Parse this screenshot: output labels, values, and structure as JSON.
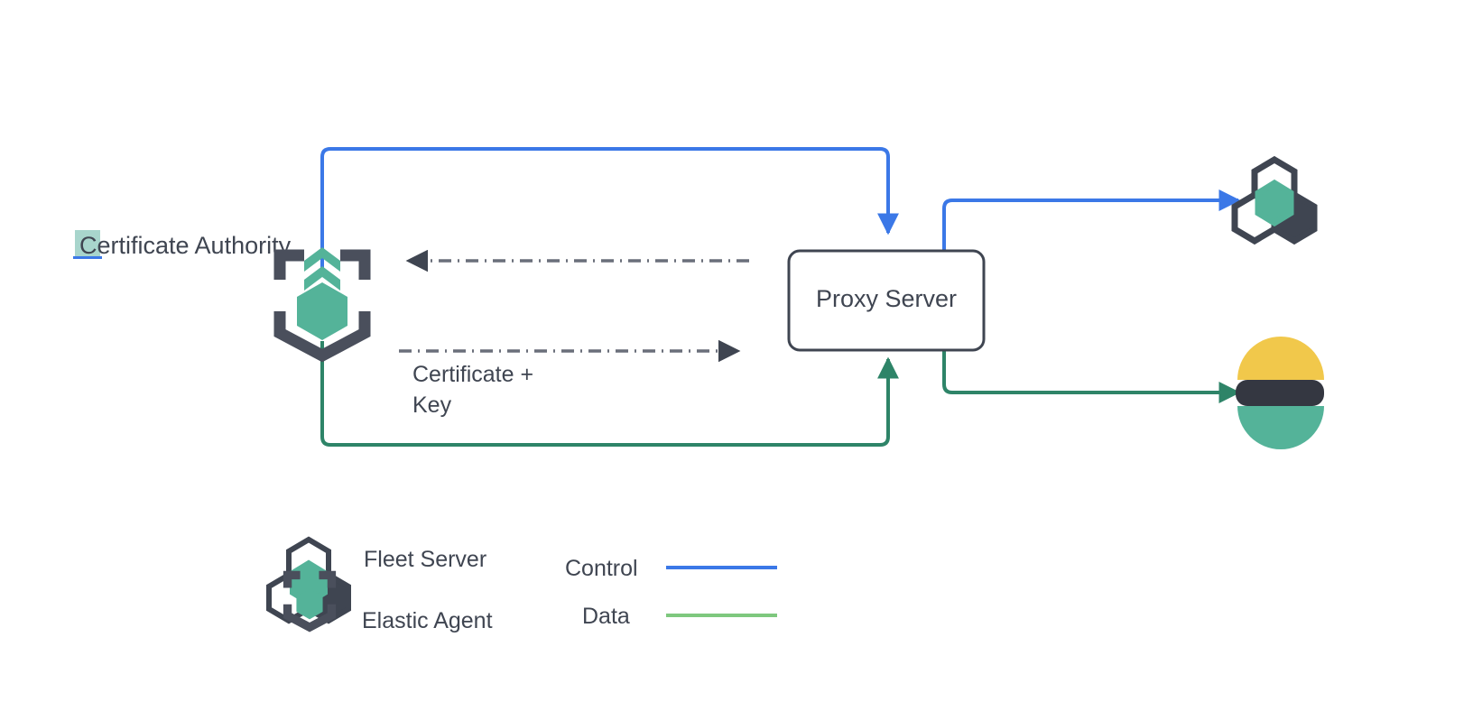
{
  "diagram": {
    "title": "Elastic Agent proxy server certificate flow",
    "background": "#ffffff",
    "colors": {
      "control_blue": "#3b78e7",
      "data_green": "#2e8468",
      "legend_data_green": "#7ec87e",
      "elastic_teal": "#54b399",
      "dark_slate": "#3f4551",
      "box_border": "#3f4551",
      "highlight_teal": "#a8d5cc",
      "logo_yellow": "#f1c84b",
      "logo_dark": "#343741",
      "dashed_gray": "#6a6f7a"
    },
    "nodes": [
      {
        "id": "certificate-authority",
        "label": "Certificate Authority",
        "icon": "elastic-agent-icon",
        "highlighted": true
      },
      {
        "id": "proxy-server",
        "label": "Proxy Server",
        "shape": "rounded-rectangle"
      },
      {
        "id": "fleet-server",
        "label": "",
        "icon": "fleet-server-icon"
      },
      {
        "id": "elasticsearch",
        "label": "",
        "icon": "elasticsearch-logo"
      }
    ],
    "edges": [
      {
        "id": "control-agent-to-proxy",
        "from": "certificate-authority",
        "to": "proxy-server",
        "type": "control",
        "style": "solid",
        "color": "#3b78e7",
        "label": ""
      },
      {
        "id": "control-proxy-to-fleet",
        "from": "proxy-server",
        "to": "fleet-server",
        "type": "control",
        "style": "solid",
        "color": "#3b78e7",
        "label": ""
      },
      {
        "id": "data-agent-to-proxy",
        "from": "certificate-authority",
        "to": "proxy-server",
        "type": "data",
        "style": "solid",
        "color": "#2e8468",
        "label": ""
      },
      {
        "id": "data-proxy-to-elasticsearch",
        "from": "proxy-server",
        "to": "elasticsearch",
        "type": "data",
        "style": "solid",
        "color": "#2e8468",
        "label": ""
      },
      {
        "id": "cert-request-proxy-to-ca",
        "from": "proxy-server",
        "to": "certificate-authority",
        "type": "certificate",
        "style": "dash-dot",
        "color": "#6a6f7a",
        "label": ""
      },
      {
        "id": "cert-key-ca-to-proxy",
        "from": "certificate-authority",
        "to": "proxy-server",
        "type": "certificate",
        "style": "dash-dot",
        "color": "#6a6f7a",
        "label": "Certificate +\nKey",
        "label_line1": "Certificate +",
        "label_line2": "Key"
      }
    ],
    "legend": {
      "icons": [
        {
          "id": "fleet-server",
          "label": "Fleet Server",
          "icon": "fleet-server-icon"
        },
        {
          "id": "elastic-agent",
          "label": "Elastic Agent",
          "icon": "elastic-agent-icon"
        }
      ],
      "lines": [
        {
          "id": "control",
          "label": "Control",
          "color": "#3b78e7"
        },
        {
          "id": "data",
          "label": "Data",
          "color": "#7ec87e"
        }
      ]
    }
  }
}
